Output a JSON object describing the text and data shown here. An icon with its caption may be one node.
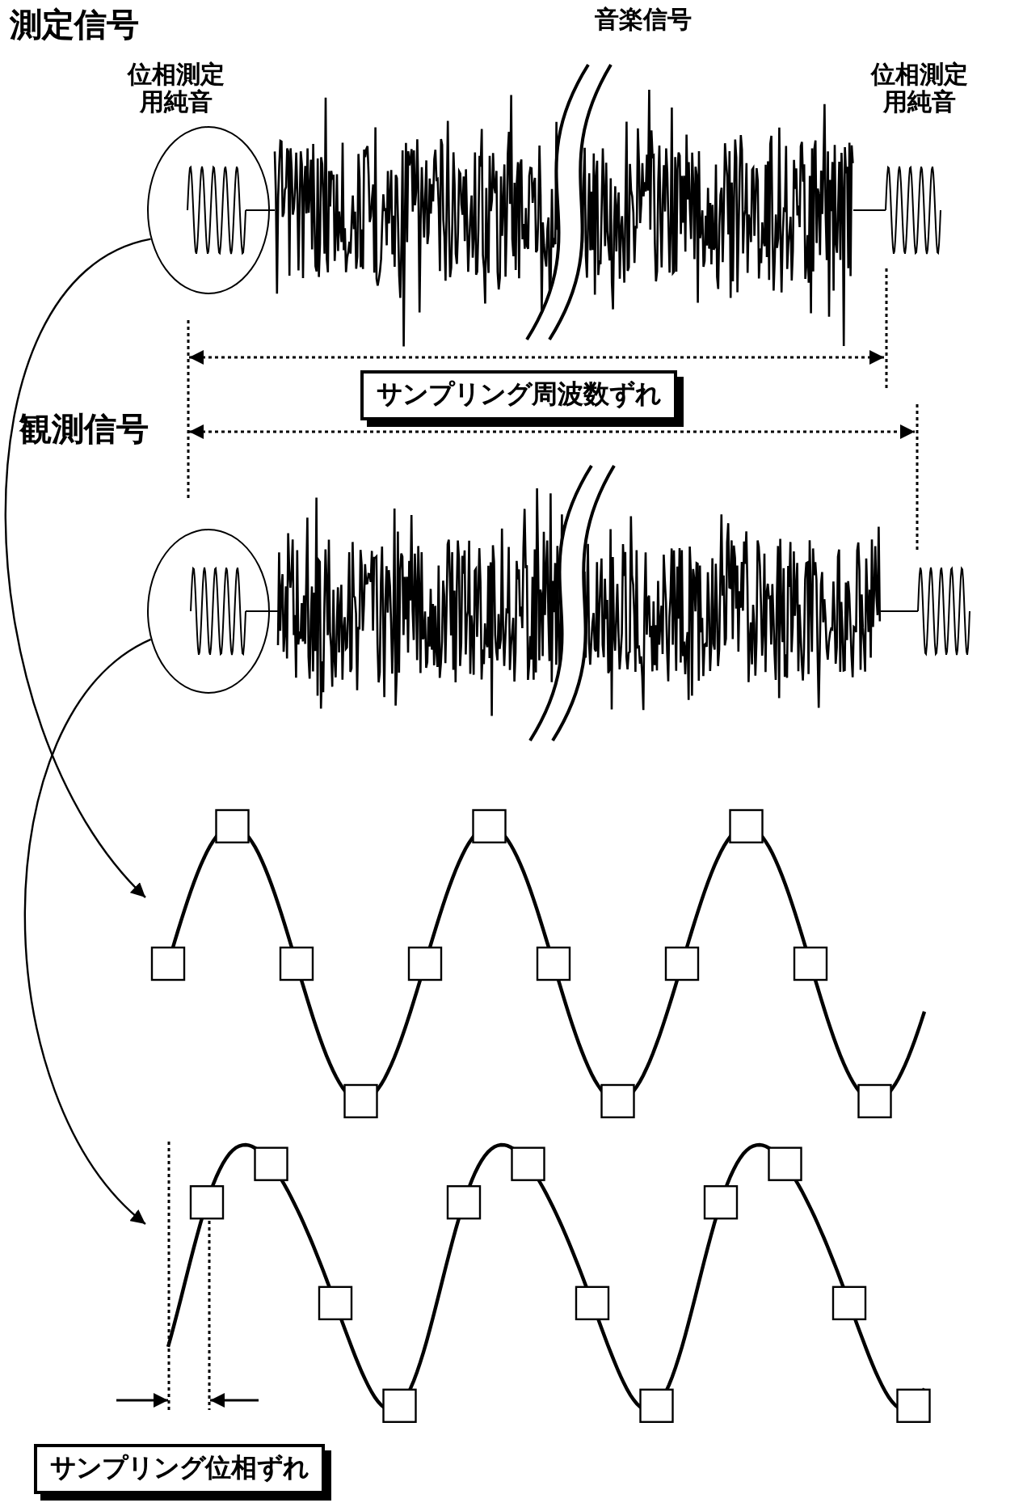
{
  "diagram": {
    "nodes": [
      {
        "text": [],
        "shape": "circle"
      },
      {
        "text": [],
        "shape": "circle"
      },
      {
        "text": [],
        "shape": "wave"
      },
      {
        "text": [],
        "shape": "wave"
      },
      {
        "text": [
          "サンプリング周波数ずれ"
        ]
      },
      {
        "text": [
          "サンプリング位相ずれ"
        ]
      }
    ],
    "edges": [
      {
        "from": 0,
        "to": 2,
        "arrow": "to"
      },
      {
        "from": 1,
        "to": 3,
        "arrow": "to"
      }
    ],
    "labels": [
      "測定信号",
      "位相測定用純音",
      "音楽信号",
      "位相測定用純音",
      "観測信号"
    ]
  }
}
